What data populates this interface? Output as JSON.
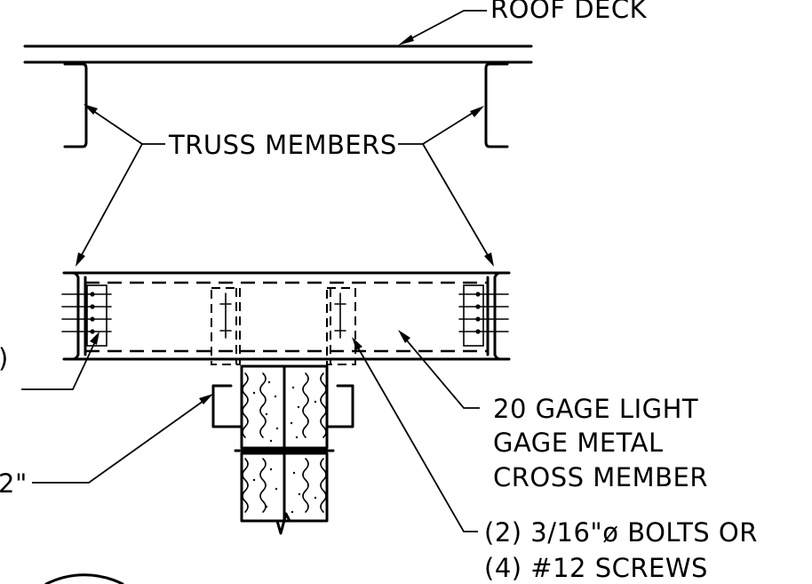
{
  "labels": {
    "roof_deck": "ROOF DECK",
    "truss_members": "TRUSS MEMBERS",
    "cross_member_1": "20 GAGE LIGHT",
    "cross_member_2": "GAGE METAL",
    "cross_member_3": "CROSS MEMBER",
    "bolts_1": "(2) 3/16\"ø BOLTS OR",
    "bolts_2": "(4) #12 SCREWS",
    "left_partial_1": ")",
    "left_partial_2": "2\""
  }
}
